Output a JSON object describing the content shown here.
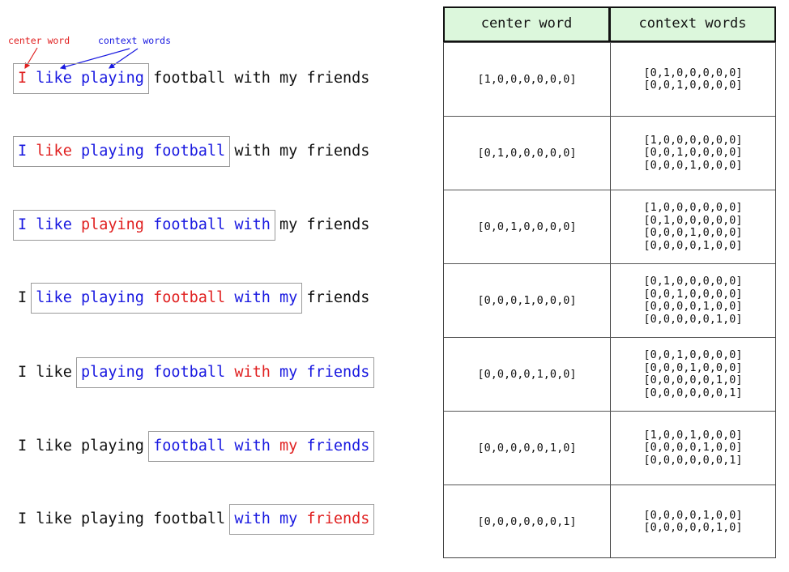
{
  "colors": {
    "center": "#e02020",
    "context": "#1818e0",
    "plain": "#111111",
    "window_border": "#9a9a9a",
    "header_fill": "#dcf7dc"
  },
  "annotation": {
    "center_label": "center word",
    "context_label": "context words"
  },
  "sentences": [
    {
      "words": [
        {
          "text": "I",
          "role": "center"
        },
        {
          "text": "like",
          "role": "context"
        },
        {
          "text": "playing",
          "role": "context"
        },
        {
          "text": "football",
          "role": "plain"
        },
        {
          "text": "with",
          "role": "plain"
        },
        {
          "text": "my",
          "role": "plain"
        },
        {
          "text": "friends",
          "role": "plain"
        }
      ]
    },
    {
      "words": [
        {
          "text": "I",
          "role": "context"
        },
        {
          "text": "like",
          "role": "center"
        },
        {
          "text": "playing",
          "role": "context"
        },
        {
          "text": "football",
          "role": "context"
        },
        {
          "text": "with",
          "role": "plain"
        },
        {
          "text": "my",
          "role": "plain"
        },
        {
          "text": "friends",
          "role": "plain"
        }
      ]
    },
    {
      "words": [
        {
          "text": "I",
          "role": "context"
        },
        {
          "text": "like",
          "role": "context"
        },
        {
          "text": "playing",
          "role": "center"
        },
        {
          "text": "football",
          "role": "context"
        },
        {
          "text": "with",
          "role": "context"
        },
        {
          "text": "my",
          "role": "plain"
        },
        {
          "text": "friends",
          "role": "plain"
        }
      ]
    },
    {
      "words": [
        {
          "text": "I",
          "role": "plain"
        },
        {
          "text": "like",
          "role": "context"
        },
        {
          "text": "playing",
          "role": "context"
        },
        {
          "text": "football",
          "role": "center"
        },
        {
          "text": "with",
          "role": "context"
        },
        {
          "text": "my",
          "role": "context"
        },
        {
          "text": "friends",
          "role": "plain"
        }
      ]
    },
    {
      "words": [
        {
          "text": "I",
          "role": "plain"
        },
        {
          "text": "like",
          "role": "plain"
        },
        {
          "text": "playing",
          "role": "context"
        },
        {
          "text": "football",
          "role": "context"
        },
        {
          "text": "with",
          "role": "center"
        },
        {
          "text": "my",
          "role": "context"
        },
        {
          "text": "friends",
          "role": "context"
        }
      ]
    },
    {
      "words": [
        {
          "text": "I",
          "role": "plain"
        },
        {
          "text": "like",
          "role": "plain"
        },
        {
          "text": "playing",
          "role": "plain"
        },
        {
          "text": "football",
          "role": "context"
        },
        {
          "text": "with",
          "role": "context"
        },
        {
          "text": "my",
          "role": "center"
        },
        {
          "text": "friends",
          "role": "context"
        }
      ]
    },
    {
      "words": [
        {
          "text": "I",
          "role": "plain"
        },
        {
          "text": "like",
          "role": "plain"
        },
        {
          "text": "playing",
          "role": "plain"
        },
        {
          "text": "football",
          "role": "plain"
        },
        {
          "text": "with",
          "role": "context"
        },
        {
          "text": "my",
          "role": "context"
        },
        {
          "text": "friends",
          "role": "center"
        }
      ]
    }
  ],
  "table": {
    "headers": [
      "center word",
      "context words"
    ],
    "rows": [
      {
        "center": "[1,0,0,0,0,0,0]",
        "context": [
          "[0,1,0,0,0,0,0]",
          "[0,0,1,0,0,0,0]"
        ]
      },
      {
        "center": "[0,1,0,0,0,0,0]",
        "context": [
          "[1,0,0,0,0,0,0]",
          "[0,0,1,0,0,0,0]",
          "[0,0,0,1,0,0,0]"
        ]
      },
      {
        "center": "[0,0,1,0,0,0,0]",
        "context": [
          "[1,0,0,0,0,0,0]",
          "[0,1,0,0,0,0,0]",
          "[0,0,0,1,0,0,0]",
          "[0,0,0,0,1,0,0]"
        ]
      },
      {
        "center": "[0,0,0,1,0,0,0]",
        "context": [
          "[0,1,0,0,0,0,0]",
          "[0,0,1,0,0,0,0]",
          "[0,0,0,0,1,0,0]",
          "[0,0,0,0,0,1,0]"
        ]
      },
      {
        "center": "[0,0,0,0,1,0,0]",
        "context": [
          "[0,0,1,0,0,0,0]",
          "[0,0,0,1,0,0,0]",
          "[0,0,0,0,0,1,0]",
          "[0,0,0,0,0,0,1]"
        ]
      },
      {
        "center": "[0,0,0,0,0,1,0]",
        "context": [
          "[1,0,0,1,0,0,0]",
          "[0,0,0,0,1,0,0]",
          "[0,0,0,0,0,0,1]"
        ]
      },
      {
        "center": "[0,0,0,0,0,0,1]",
        "context": [
          "[0,0,0,0,1,0,0]",
          "[0,0,0,0,0,1,0]"
        ]
      }
    ]
  }
}
